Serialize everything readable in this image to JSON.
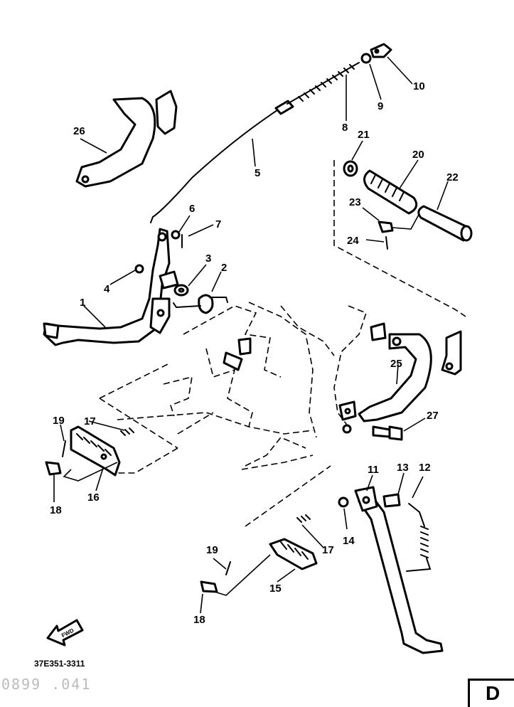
{
  "callouts": [
    "1",
    "2",
    "3",
    "4",
    "5",
    "6",
    "7",
    "8",
    "9",
    "10",
    "11",
    "12",
    "13",
    "14",
    "15",
    "16",
    "17",
    "18",
    "19",
    "20",
    "21",
    "22",
    "23",
    "24",
    "25",
    "26",
    "27",
    "17",
    "18",
    "19"
  ],
  "caption": "37E351-3311",
  "stamp": "0899 .041",
  "corner_label": "D",
  "fwd_arrow": "FWD"
}
